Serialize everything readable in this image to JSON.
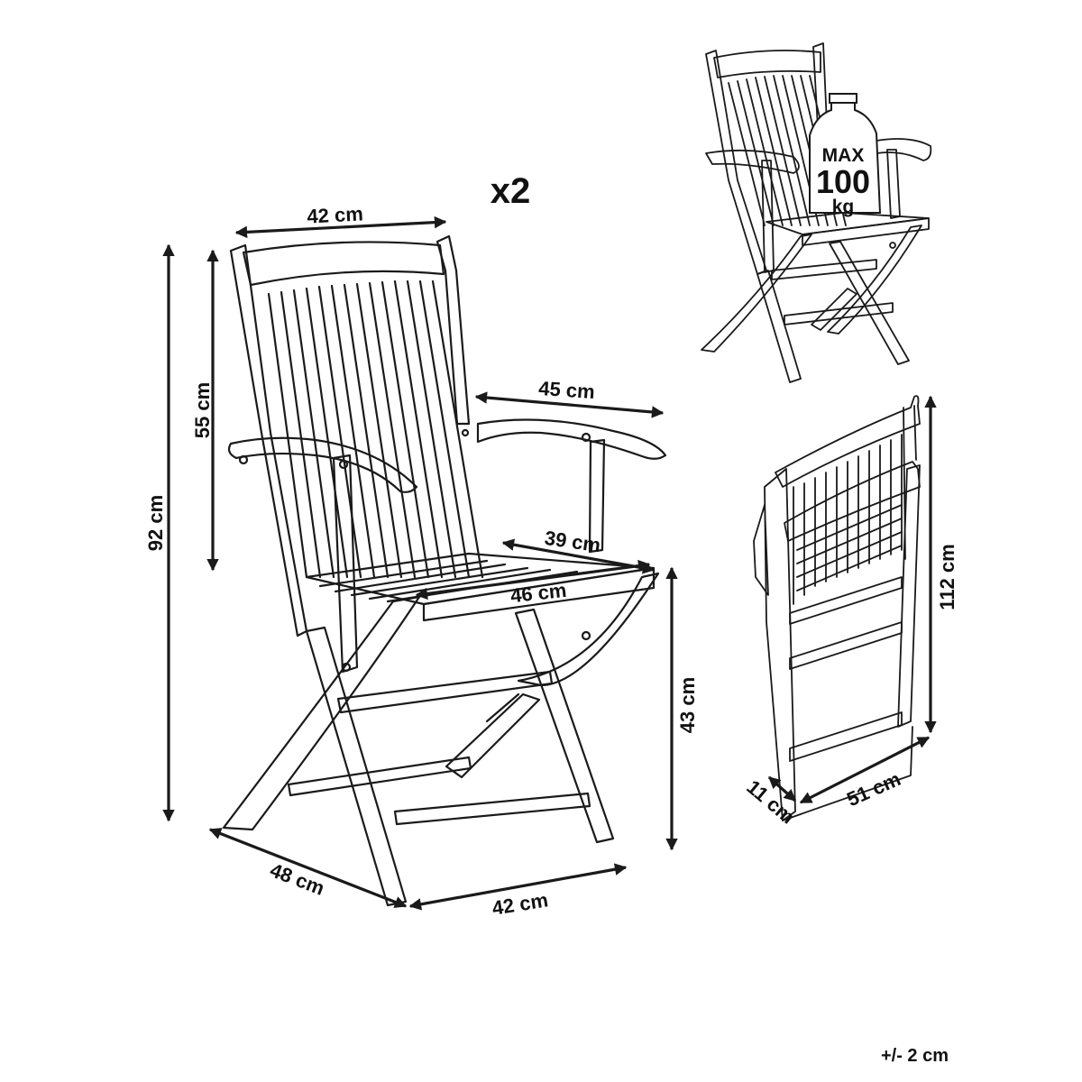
{
  "quantity": "x2",
  "tolerance": "+/- 2 cm",
  "colors": {
    "line": "#1a1a1a",
    "background": "#ffffff"
  },
  "dimensions": {
    "backrest_width": "42 cm",
    "backrest_height": "55 cm",
    "total_height": "92 cm",
    "armrest_length": "45 cm",
    "seat_depth": "39 cm",
    "seat_width": "46 cm",
    "seat_height": "43 cm",
    "base_depth": "48 cm",
    "base_width": "42 cm",
    "folded_height": "112 cm",
    "folded_thickness": "11 cm",
    "folded_width": "51 cm"
  },
  "load": {
    "line1": "MAX",
    "line2": "100",
    "line3": "kg"
  }
}
